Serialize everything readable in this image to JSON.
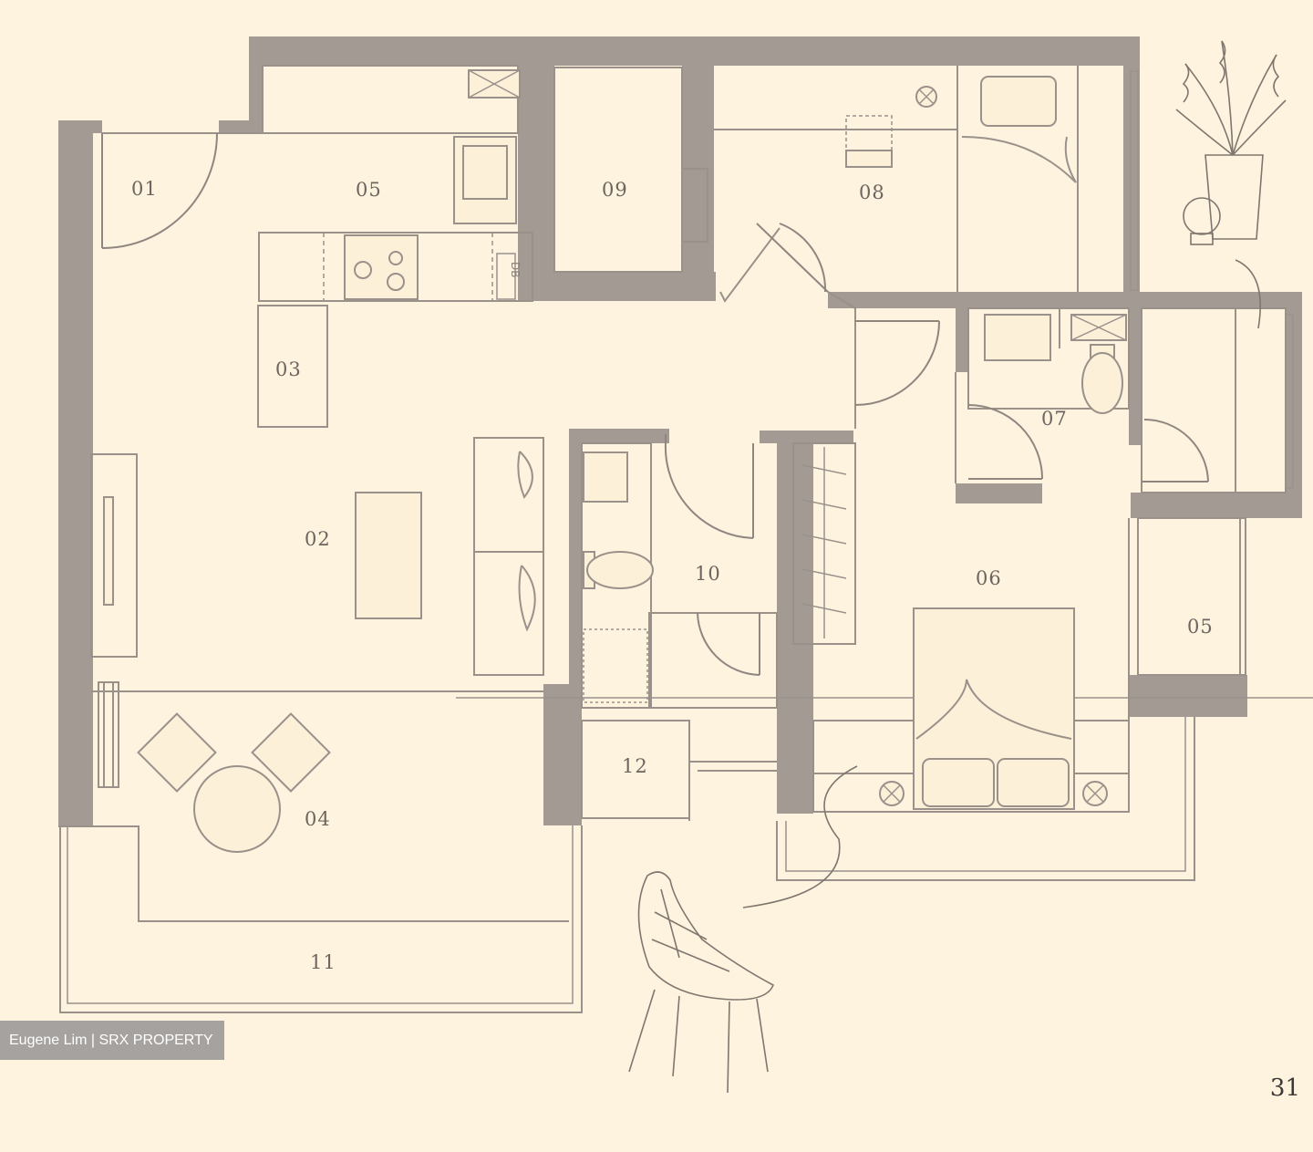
{
  "rooms": [
    {
      "id": "01",
      "label": "01"
    },
    {
      "id": "02",
      "label": "02"
    },
    {
      "id": "03",
      "label": "03"
    },
    {
      "id": "04",
      "label": "04"
    },
    {
      "id": "05-kitchen",
      "label": "05"
    },
    {
      "id": "05-yard",
      "label": "05"
    },
    {
      "id": "06",
      "label": "06"
    },
    {
      "id": "07",
      "label": "07"
    },
    {
      "id": "08",
      "label": "08"
    },
    {
      "id": "09",
      "label": "09"
    },
    {
      "id": "10",
      "label": "10"
    },
    {
      "id": "11",
      "label": "11"
    },
    {
      "id": "12",
      "label": "12"
    }
  ],
  "db_label": "DB",
  "watermark": "Eugene Lim | SRX PROPERTY",
  "page_number": "31",
  "colors": {
    "background": "#fdf3df",
    "wall": "#a39a94",
    "line": "#9a918b",
    "label": "#6d655f"
  }
}
